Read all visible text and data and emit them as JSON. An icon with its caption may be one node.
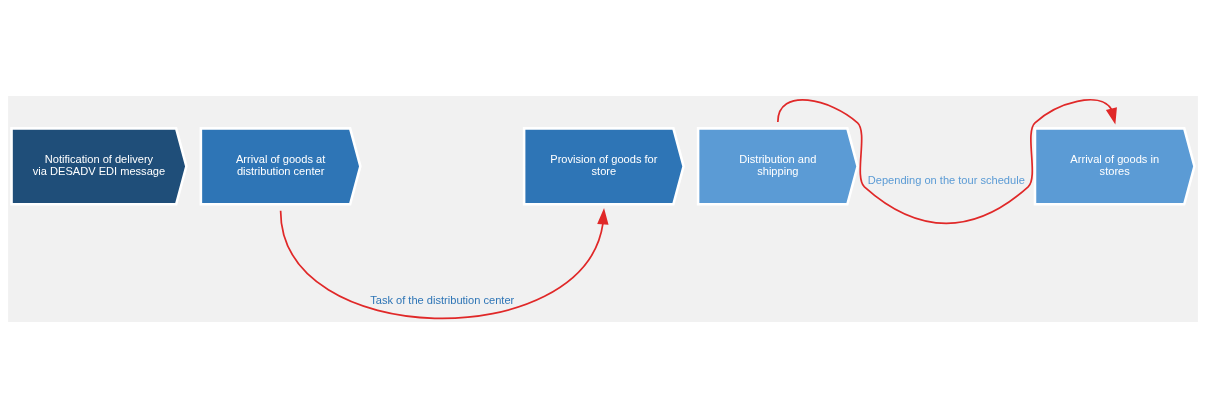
{
  "diagram": {
    "nodes": [
      {
        "text": [
          "Notification of delivery via DESADV EDI message"
        ]
      },
      {
        "text": [
          "Arrival of goods at distribution center"
        ]
      },
      {
        "text": [
          "Provision of goods for store"
        ]
      },
      {
        "text": [
          "Distribution and shipping"
        ]
      },
      {
        "text": [
          "Arrival of goods in stores"
        ]
      }
    ],
    "edges": [
      {
        "from": 1,
        "to": 2,
        "arrow": "to",
        "label": "Task of the distribution center",
        "color": "#e02828"
      },
      {
        "from": 3,
        "to": 4,
        "arrow": "to",
        "label": "Depending on the tour schedule",
        "color": "#e02828"
      }
    ]
  }
}
